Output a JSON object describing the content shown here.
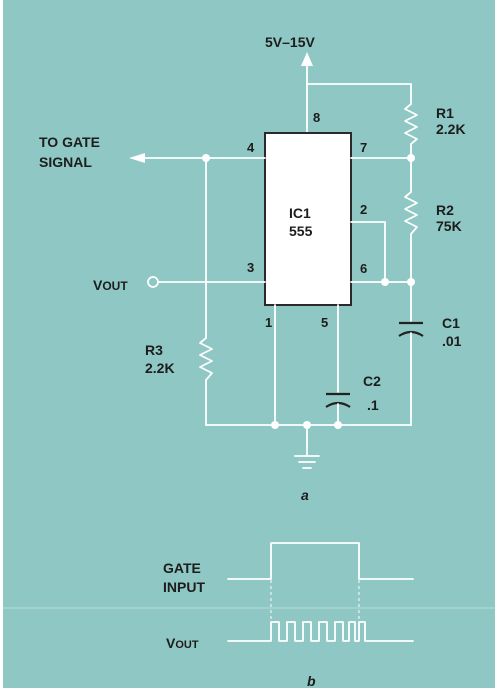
{
  "supply_label": "5V–15V",
  "gate_signal_label": [
    "TO GATE",
    "SIGNAL"
  ],
  "vout_label": "V",
  "vout_sub": "OUT",
  "ic": {
    "name": "IC1",
    "part": "555"
  },
  "pins": {
    "p8": "8",
    "p4": "4",
    "p7": "7",
    "p2": "2",
    "p3": "3",
    "p6": "6",
    "p1": "1",
    "p5": "5"
  },
  "r1": {
    "name": "R1",
    "value": "2.2K"
  },
  "r2": {
    "name": "R2",
    "value": "75K"
  },
  "r3": {
    "name": "R3",
    "value": "2.2K"
  },
  "c1": {
    "name": "C1",
    "value": ".01"
  },
  "c2": {
    "name": "C2",
    "value": ".1"
  },
  "caption_a": "a",
  "caption_b": "b",
  "gate_input_label": [
    "GATE",
    "INPUT"
  ],
  "vout2_label": "V",
  "vout2_sub": "OUT"
}
